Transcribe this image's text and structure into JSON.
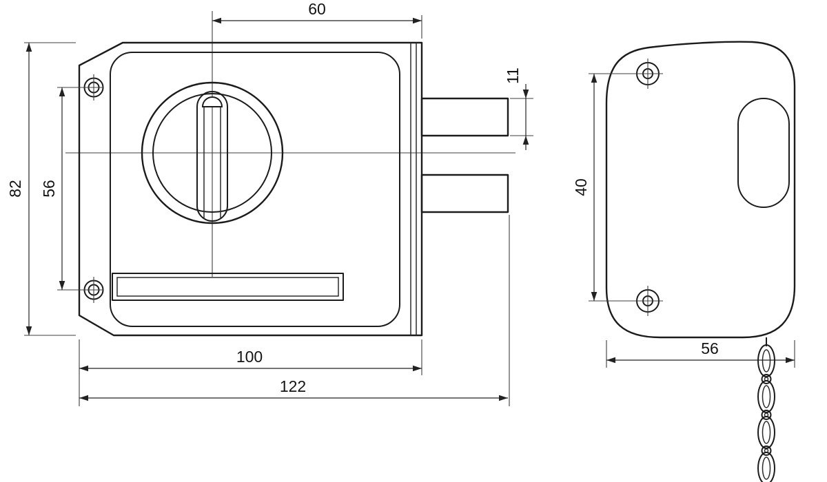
{
  "dims": {
    "front_top": "60",
    "front_bolt": "11",
    "front_height": "82",
    "front_holes": "56",
    "front_case": "100",
    "front_total": "122",
    "keeper_holes": "40",
    "keeper_width": "56"
  }
}
